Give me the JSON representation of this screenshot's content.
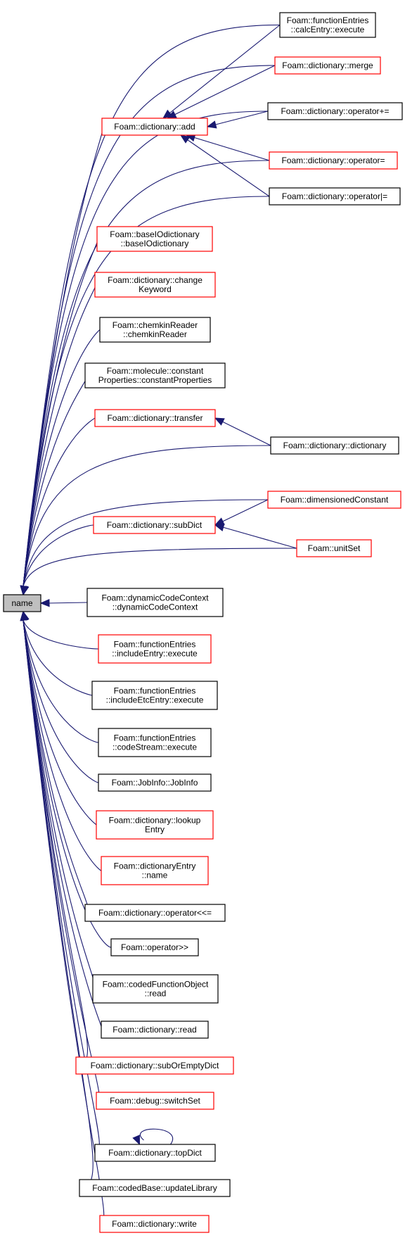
{
  "colors": {
    "edge": "#191970",
    "black_border": "#000000",
    "red_border": "#ff0000",
    "root_fill": "#bfbfbf"
  },
  "root": {
    "id": "name",
    "lines": [
      "name"
    ]
  },
  "nodes": [
    {
      "id": "calcEntry_execute",
      "lines": [
        "Foam::functionEntries",
        "::calcEntry::execute"
      ],
      "border": "black"
    },
    {
      "id": "dictionary_merge",
      "lines": [
        "Foam::dictionary::merge"
      ],
      "border": "red"
    },
    {
      "id": "dictionary_op_pluseq",
      "lines": [
        "Foam::dictionary::operator+="
      ],
      "border": "black"
    },
    {
      "id": "dictionary_add",
      "lines": [
        "Foam::dictionary::add"
      ],
      "border": "red"
    },
    {
      "id": "dictionary_op_eq",
      "lines": [
        "Foam::dictionary::operator="
      ],
      "border": "red"
    },
    {
      "id": "dictionary_op_oreq",
      "lines": [
        "Foam::dictionary::operator|="
      ],
      "border": "black"
    },
    {
      "id": "baseIOdictionary",
      "lines": [
        "Foam::baseIOdictionary",
        "::baseIOdictionary"
      ],
      "border": "red"
    },
    {
      "id": "changeKeyword",
      "lines": [
        "Foam::dictionary::change",
        "Keyword"
      ],
      "border": "red"
    },
    {
      "id": "chemkinReader",
      "lines": [
        "Foam::chemkinReader",
        "::chemkinReader"
      ],
      "border": "black"
    },
    {
      "id": "constantProperties",
      "lines": [
        "Foam::molecule::constant",
        "Properties::constantProperties"
      ],
      "border": "black"
    },
    {
      "id": "dictionary_transfer",
      "lines": [
        "Foam::dictionary::transfer"
      ],
      "border": "red"
    },
    {
      "id": "dictionary_dictionary",
      "lines": [
        "Foam::dictionary::dictionary"
      ],
      "border": "black"
    },
    {
      "id": "dimensionedConstant",
      "lines": [
        "Foam::dimensionedConstant"
      ],
      "border": "red"
    },
    {
      "id": "dictionary_subDict",
      "lines": [
        "Foam::dictionary::subDict"
      ],
      "border": "red"
    },
    {
      "id": "unitSet",
      "lines": [
        "Foam::unitSet"
      ],
      "border": "red"
    },
    {
      "id": "dynamicCodeContext",
      "lines": [
        "Foam::dynamicCodeContext",
        "::dynamicCodeContext"
      ],
      "border": "black"
    },
    {
      "id": "includeEntry_execute",
      "lines": [
        "Foam::functionEntries",
        "::includeEntry::execute"
      ],
      "border": "red"
    },
    {
      "id": "includeEtcEntry_execute",
      "lines": [
        "Foam::functionEntries",
        "::includeEtcEntry::execute"
      ],
      "border": "black"
    },
    {
      "id": "codeStream_execute",
      "lines": [
        "Foam::functionEntries",
        "::codeStream::execute"
      ],
      "border": "black"
    },
    {
      "id": "JobInfo",
      "lines": [
        "Foam::JobInfo::JobInfo"
      ],
      "border": "black"
    },
    {
      "id": "lookupEntry",
      "lines": [
        "Foam::dictionary::lookup",
        "Entry"
      ],
      "border": "red"
    },
    {
      "id": "dictionaryEntry_name",
      "lines": [
        "Foam::dictionaryEntry",
        "::name"
      ],
      "border": "red"
    },
    {
      "id": "dictionary_op_lshifteq",
      "lines": [
        "Foam::dictionary::operator<<="
      ],
      "border": "black"
    },
    {
      "id": "operator_rshift",
      "lines": [
        "Foam::operator>>"
      ],
      "border": "black"
    },
    {
      "id": "codedFunctionObject_read",
      "lines": [
        "Foam::codedFunctionObject",
        "::read"
      ],
      "border": "black"
    },
    {
      "id": "dictionary_read",
      "lines": [
        "Foam::dictionary::read"
      ],
      "border": "black"
    },
    {
      "id": "subOrEmptyDict",
      "lines": [
        "Foam::dictionary::subOrEmptyDict"
      ],
      "border": "red"
    },
    {
      "id": "switchSet",
      "lines": [
        "Foam::debug::switchSet"
      ],
      "border": "red"
    },
    {
      "id": "topDict",
      "lines": [
        "Foam::dictionary::topDict"
      ],
      "border": "black"
    },
    {
      "id": "updateLibrary",
      "lines": [
        "Foam::codedBase::updateLibrary"
      ],
      "border": "black"
    },
    {
      "id": "dictionary_write",
      "lines": [
        "Foam::dictionary::write"
      ],
      "border": "red"
    }
  ],
  "edges": [
    {
      "from": "calcEntry_execute",
      "to": "name"
    },
    {
      "from": "dictionary_merge",
      "to": "name"
    },
    {
      "from": "dictionary_op_pluseq",
      "to": "name"
    },
    {
      "from": "dictionary_op_eq",
      "to": "name"
    },
    {
      "from": "dictionary_op_oreq",
      "to": "name"
    },
    {
      "from": "dictionary_add",
      "to": "name"
    },
    {
      "from": "calcEntry_execute",
      "to": "dictionary_add"
    },
    {
      "from": "dictionary_merge",
      "to": "dictionary_add"
    },
    {
      "from": "dictionary_op_pluseq",
      "to": "dictionary_add"
    },
    {
      "from": "dictionary_op_eq",
      "to": "dictionary_add"
    },
    {
      "from": "dictionary_op_oreq",
      "to": "dictionary_add"
    },
    {
      "from": "baseIOdictionary",
      "to": "name"
    },
    {
      "from": "changeKeyword",
      "to": "name"
    },
    {
      "from": "chemkinReader",
      "to": "name"
    },
    {
      "from": "constantProperties",
      "to": "name"
    },
    {
      "from": "dictionary_transfer",
      "to": "name"
    },
    {
      "from": "dictionary_dictionary",
      "to": "name"
    },
    {
      "from": "dictionary_dictionary",
      "to": "dictionary_transfer"
    },
    {
      "from": "dimensionedConstant",
      "to": "name"
    },
    {
      "from": "dictionary_subDict",
      "to": "name"
    },
    {
      "from": "dimensionedConstant",
      "to": "dictionary_subDict"
    },
    {
      "from": "unitSet",
      "to": "dictionary_subDict"
    },
    {
      "from": "unitSet",
      "to": "name"
    },
    {
      "from": "dynamicCodeContext",
      "to": "name"
    },
    {
      "from": "includeEntry_execute",
      "to": "name"
    },
    {
      "from": "includeEtcEntry_execute",
      "to": "name"
    },
    {
      "from": "codeStream_execute",
      "to": "name"
    },
    {
      "from": "JobInfo",
      "to": "name"
    },
    {
      "from": "lookupEntry",
      "to": "name"
    },
    {
      "from": "dictionaryEntry_name",
      "to": "name"
    },
    {
      "from": "dictionary_op_lshifteq",
      "to": "name"
    },
    {
      "from": "operator_rshift",
      "to": "name"
    },
    {
      "from": "codedFunctionObject_read",
      "to": "name"
    },
    {
      "from": "dictionary_read",
      "to": "name"
    },
    {
      "from": "subOrEmptyDict",
      "to": "name"
    },
    {
      "from": "switchSet",
      "to": "name"
    },
    {
      "from": "topDict",
      "to": "name"
    },
    {
      "from": "topDict",
      "to": "topDict"
    },
    {
      "from": "updateLibrary",
      "to": "name"
    },
    {
      "from": "dictionary_write",
      "to": "name"
    }
  ]
}
